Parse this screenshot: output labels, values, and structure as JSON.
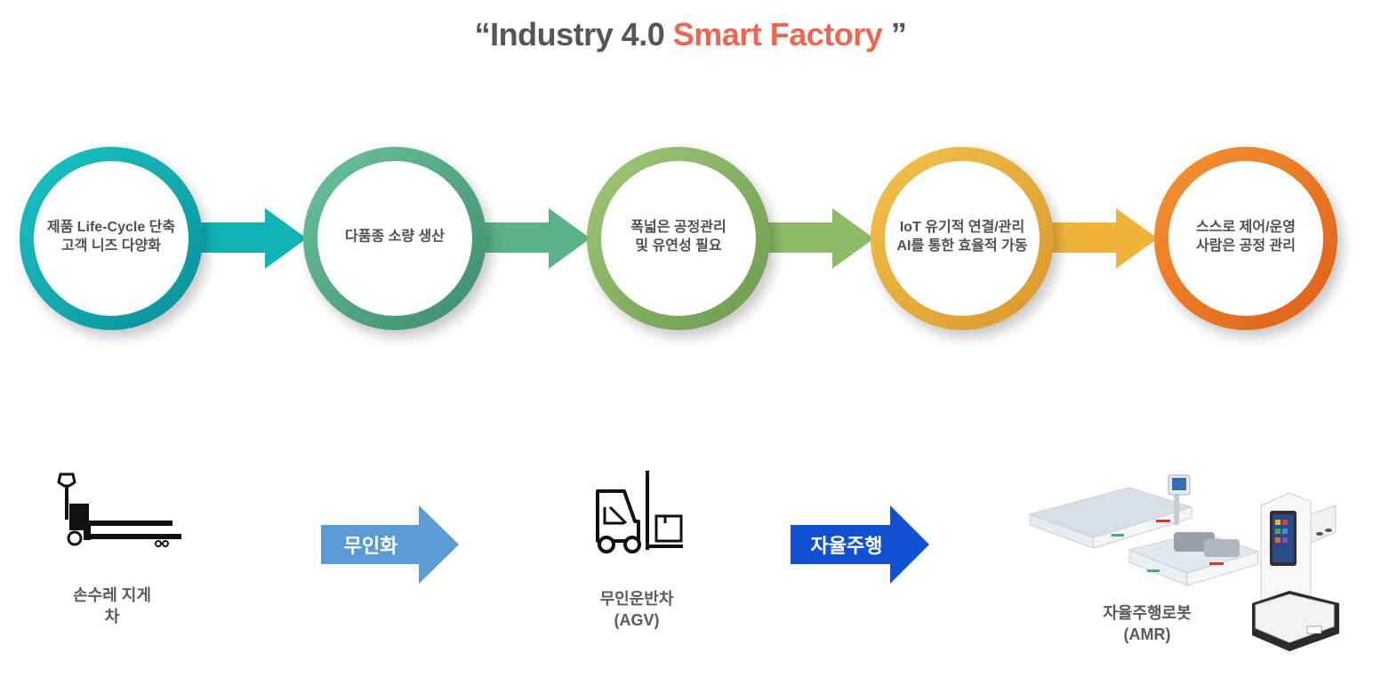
{
  "title": {
    "prefix": "“Industry 4.0 ",
    "accent": "Smart Factory",
    "suffix": " ”"
  },
  "colors": {
    "title_gray": "#555555",
    "title_accent": "#ee6650",
    "stage_teal": "#11b3b5",
    "stage_green": "#5ab38a",
    "stage_olive": "#8fbb69",
    "stage_gold": "#f0b43c",
    "stage_orange": "#f07a28",
    "arrow_light_blue": "#5b9bd5",
    "arrow_dark_blue": "#1150d0"
  },
  "stages": [
    {
      "line1": "제품 Life-Cycle 단축",
      "line2": "고객 니즈 다양화"
    },
    {
      "line1": "다품종 소량 생산",
      "line2": ""
    },
    {
      "line1": "폭넓은 공정관리",
      "line2": "및 유연성 필요"
    },
    {
      "line1": "IoT 유기적 연결/관리",
      "line2": "AI를 통한 효율적 가동"
    },
    {
      "line1": "스스로 제어/운영",
      "line2": "사람은 공정 관리"
    }
  ],
  "vehicles": [
    {
      "line1": "손수레 지게",
      "line2": "차",
      "icon": "pallet-jack-icon"
    },
    {
      "line1": "무인운반차",
      "line2": "(AGV)",
      "icon": "forklift-icon"
    },
    {
      "line1": "자율주행로봇",
      "line2": "(AMR)",
      "icon": "amr-robot-image"
    }
  ],
  "transitions": [
    {
      "label": "무인화",
      "color": "#5b9bd5"
    },
    {
      "label": "자율주행",
      "color": "#1150d0"
    }
  ]
}
